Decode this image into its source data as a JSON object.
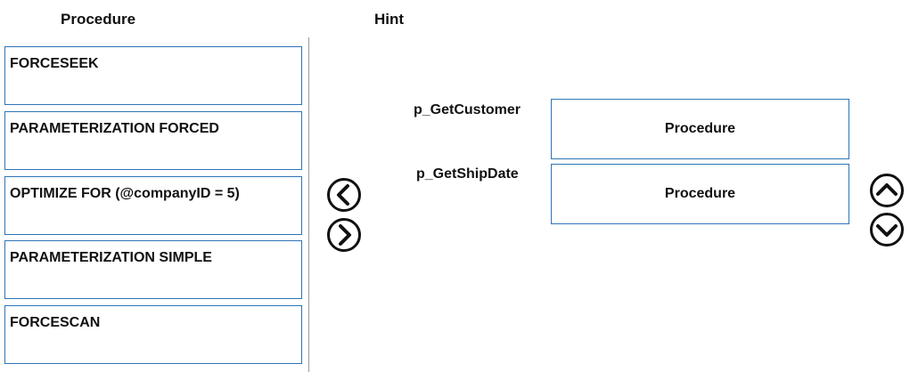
{
  "headings": {
    "procedure": "Procedure",
    "hint": "Hint"
  },
  "options": [
    "FORCESEEK",
    "PARAMETERIZATION FORCED",
    "OPTIMIZE FOR (@companyID = 5)",
    "PARAMETERIZATION SIMPLE",
    "FORCESCAN"
  ],
  "targets": [
    {
      "label": "p_GetCustomer",
      "value": "Procedure"
    },
    {
      "label": "p_GetShipDate",
      "value": "Procedure"
    }
  ],
  "icons": {
    "move_left": "arrow-left-circle-icon",
    "move_right": "arrow-right-circle-icon",
    "move_up": "arrow-up-circle-icon",
    "move_down": "arrow-down-circle-icon"
  },
  "colors": {
    "box_border": "#2e75b6",
    "text": "#111111"
  }
}
